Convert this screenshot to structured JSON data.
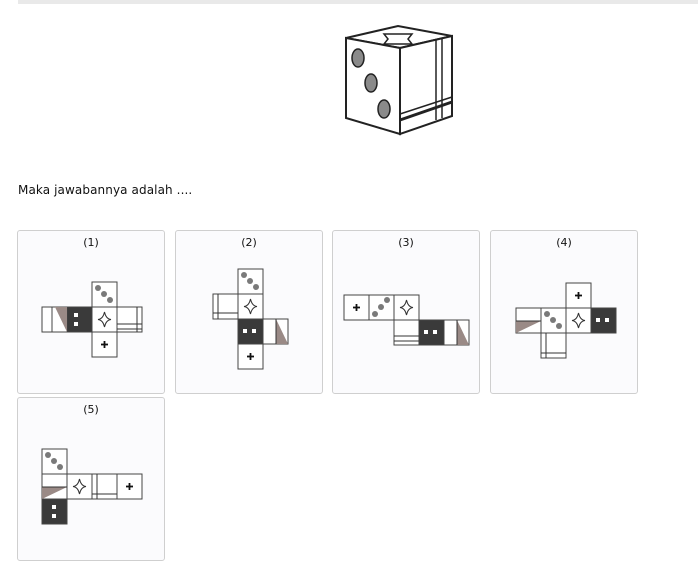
{
  "prompt": "Maka jawabannya adalah ....",
  "options": [
    {
      "label": "(1)"
    },
    {
      "label": "(2)"
    },
    {
      "label": "(3)"
    },
    {
      "label": "(4)"
    },
    {
      "label": "(5)"
    }
  ],
  "colors": {
    "dark_face": "#3a3a3a",
    "dot": "#7a7a7a",
    "triangle": "#9a8a86",
    "card_border": "#cfcfcf"
  }
}
